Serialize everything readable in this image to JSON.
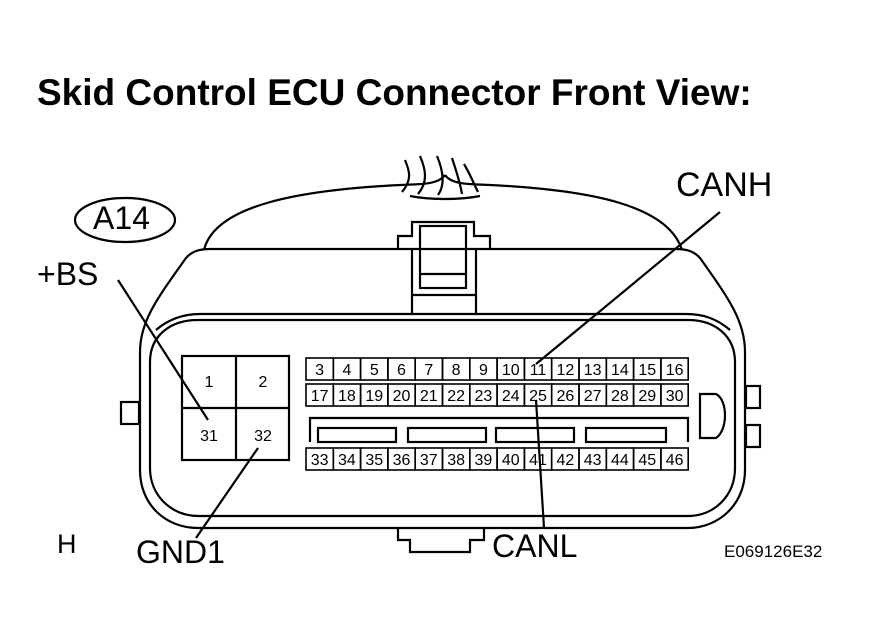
{
  "title": "Skid Control ECU Connector Front View:",
  "connector_id": "A14",
  "labels": {
    "bs": "+BS",
    "canh": "CANH",
    "gnd1": "GND1",
    "canl": "CANL",
    "h": "H",
    "figure_code": "E069126E32"
  },
  "power_pins": [
    "1",
    "2",
    "31",
    "32"
  ],
  "pin_rows": [
    [
      "3",
      "4",
      "5",
      "6",
      "7",
      "8",
      "9",
      "10",
      "11",
      "12",
      "13",
      "14",
      "15",
      "16"
    ],
    [
      "17",
      "18",
      "19",
      "20",
      "21",
      "22",
      "23",
      "24",
      "25",
      "26",
      "27",
      "28",
      "29",
      "30"
    ],
    [
      "33",
      "34",
      "35",
      "36",
      "37",
      "38",
      "39",
      "40",
      "41",
      "42",
      "43",
      "44",
      "45",
      "46"
    ]
  ]
}
